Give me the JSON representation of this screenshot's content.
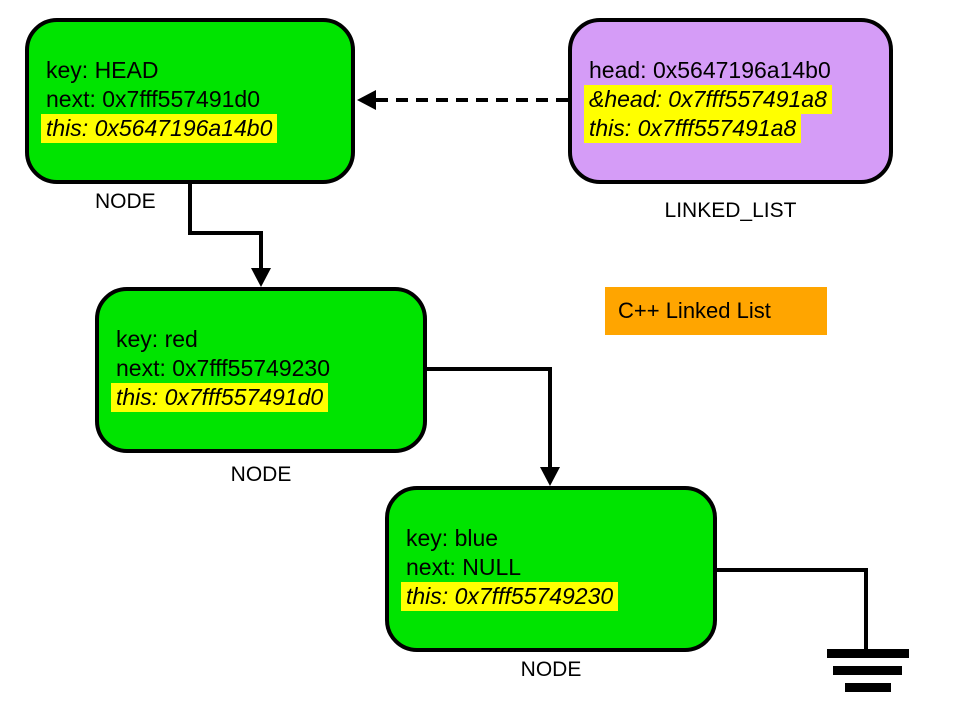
{
  "title_box": {
    "label": "C++ Linked List"
  },
  "linked_list": {
    "type_label": "LINKED_LIST",
    "fields": [
      {
        "text": "head: 0x5647196a14b0",
        "highlight": false
      },
      {
        "text": "&head: 0x7fff557491a8",
        "highlight": true
      },
      {
        "text": "this: 0x7fff557491a8",
        "highlight": true
      }
    ]
  },
  "nodes": [
    {
      "type_label": "NODE",
      "fields": [
        {
          "text": "key: HEAD",
          "highlight": false
        },
        {
          "text": "next: 0x7fff557491d0",
          "highlight": false
        },
        {
          "text": "this: 0x5647196a14b0",
          "highlight": true
        }
      ]
    },
    {
      "type_label": "NODE",
      "fields": [
        {
          "text": "key: red",
          "highlight": false
        },
        {
          "text": "next: 0x7fff55749230",
          "highlight": false
        },
        {
          "text": "this: 0x7fff557491d0",
          "highlight": true
        }
      ]
    },
    {
      "type_label": "NODE",
      "fields": [
        {
          "text": "key: blue",
          "highlight": false
        },
        {
          "text": "next: NULL",
          "highlight": false
        },
        {
          "text": "this: 0x7fff55749230",
          "highlight": true
        }
      ]
    }
  ],
  "colors": {
    "node_fill": "#00e400",
    "linked_list_fill": "#d59cf7",
    "title_fill": "#ffa500",
    "highlight_fill": "#ffff00",
    "line_color": "#000000"
  }
}
